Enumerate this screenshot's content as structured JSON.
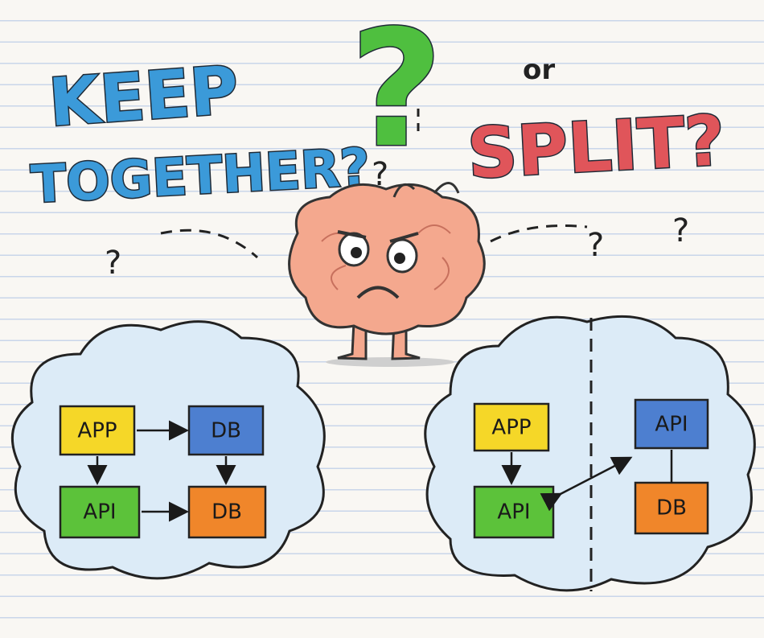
{
  "title": {
    "line1": "KEEP",
    "line2": "TOGETHER?",
    "connector": "or",
    "alt": "SPLIT?",
    "big_question": "?"
  },
  "colors": {
    "keep": "#3b9ad9",
    "split": "#e0555a",
    "question": "#4fbf3f",
    "app": "#f5d728",
    "db_blue": "#4d7fd0",
    "api": "#5cc23a",
    "db_orange": "#f0862a",
    "cloud": "#dcebf7",
    "brain": "#f4a88e"
  },
  "left_cloud": {
    "boxes": [
      {
        "label": "APP",
        "color": "#f5d728"
      },
      {
        "label": "DB",
        "color": "#4d7fd0"
      },
      {
        "label": "API",
        "color": "#5cc23a"
      },
      {
        "label": "DB",
        "color": "#f0862a"
      }
    ]
  },
  "right_cloud": {
    "boxes": [
      {
        "label": "APP",
        "color": "#f5d728"
      },
      {
        "label": "API",
        "color": "#4d7fd0"
      },
      {
        "label": "API",
        "color": "#5cc23a"
      },
      {
        "label": "DB",
        "color": "#f0862a"
      }
    ]
  },
  "small_question": "?"
}
